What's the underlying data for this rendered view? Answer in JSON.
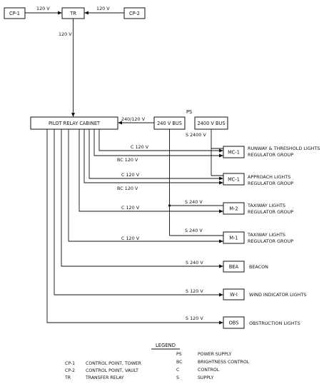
{
  "nodes": {
    "cp1": "CP-1",
    "tr": "TR",
    "cp2": "CP-2",
    "prc": "PILOT RELAY CABINET",
    "bus240": "240 V BUS",
    "bus2400": "2400 V BUS",
    "ps": "PS",
    "mc1a": "MC-1",
    "mc1b": "MC-1",
    "m2": "M-2",
    "m1": "M-1",
    "bea": "BEA",
    "wi": "W-I",
    "obs": "OBS"
  },
  "labels": {
    "cp1_tr": "120 V",
    "cp2_tr": "120 V",
    "tr_prc": "120 V",
    "bus_prc": "240/120 V",
    "s2400": "S 2400 V",
    "c1": "C 120 V",
    "bc1": "BC 120 V",
    "c2": "C 120 V",
    "bc2": "BC 120 V",
    "s240a": "S 240 V",
    "c3": "C 120 V",
    "s240b": "S 240 V",
    "c4": "C 120 V",
    "s240c": "S 240 V",
    "s120a": "S 120 V",
    "s120b": "S 120 V"
  },
  "descriptions": {
    "runway1": "RUNWAY & THRESHOLD LIGHTS",
    "runway2": "REGULATOR GROUP",
    "approach1": "APPROACH LIGHTS",
    "approach2": "REGULATOR GROUP",
    "taxi1a": "TAXIWAY LIGHTS",
    "taxi1b": "REGULATOR GROUP",
    "taxi2a": "TAXIWAY LIGHTS",
    "taxi2b": "REGULATOR GROUP",
    "beacon": "BEACON",
    "wind": "WIND INDICATOR LIGHTS",
    "obstruction": "OBSTRUCTION LIGHTS"
  },
  "legend": {
    "title": "LEGEND",
    "items": [
      {
        "abbr": "CP-1",
        "text": "CONTROL POINT, TOWER"
      },
      {
        "abbr": "CP-2",
        "text": "CONTROL POINT, VAULT"
      },
      {
        "abbr": "TR",
        "text": "TRANSFER RELAY"
      },
      {
        "abbr": "PS",
        "text": "POWER SUPPLY"
      },
      {
        "abbr": "BC",
        "text": "BRIGHTNESS CONTROL"
      },
      {
        "abbr": "C",
        "text": "CONTROL"
      },
      {
        "abbr": "S",
        "text": "SUPPLY"
      }
    ]
  }
}
